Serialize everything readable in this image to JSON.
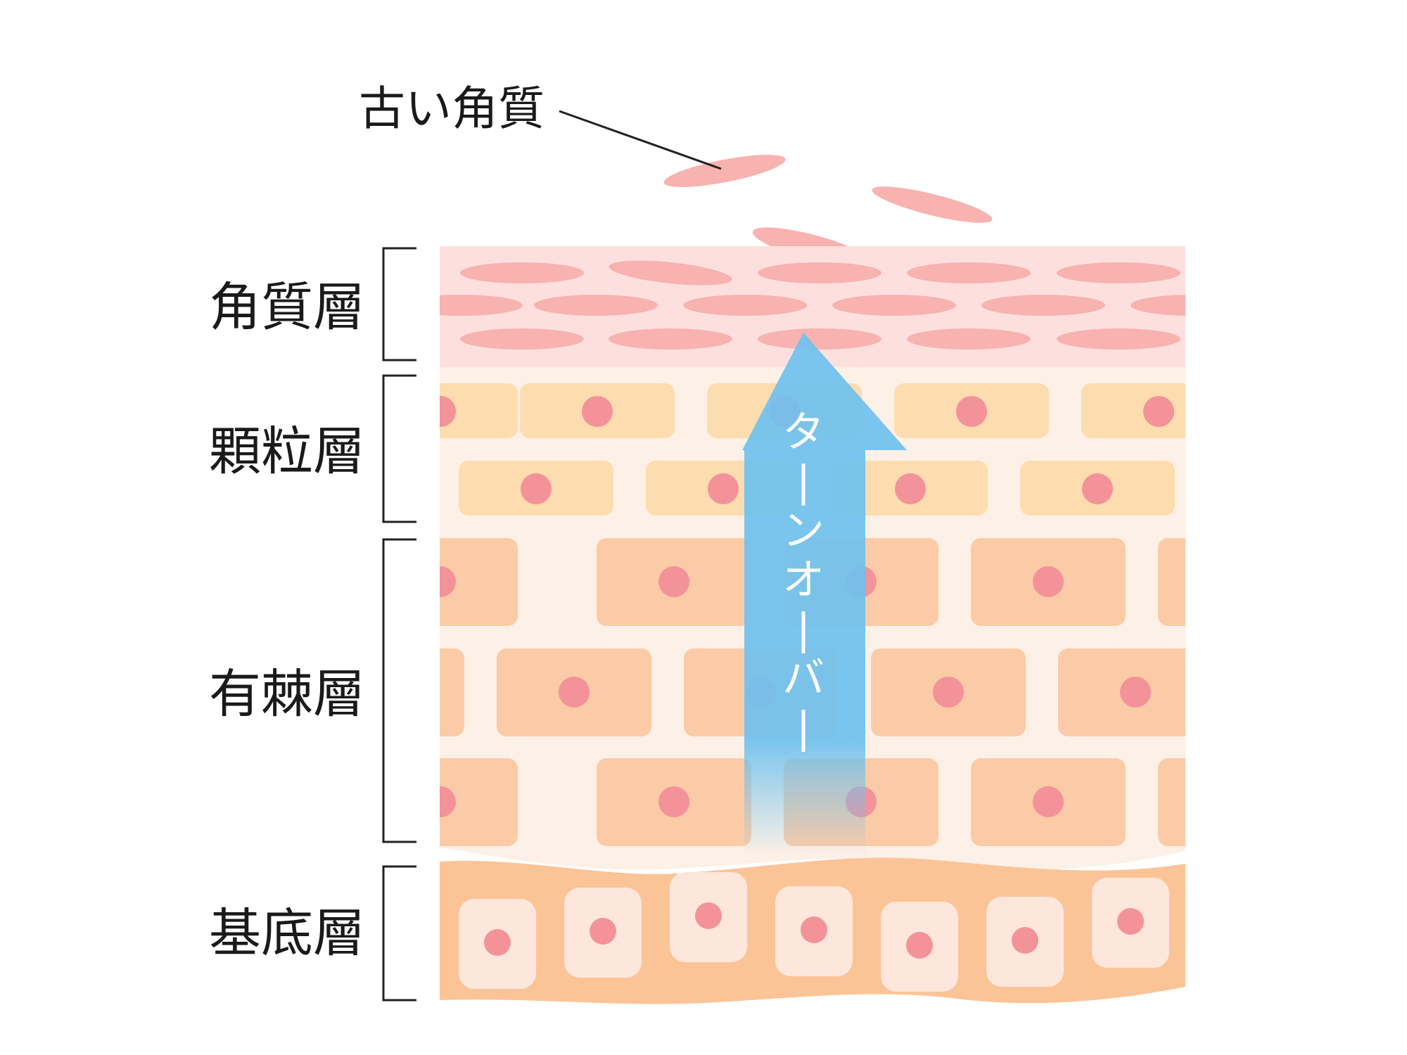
{
  "top_label": "古い角質",
  "layers": [
    {
      "id": "stratum-corneum",
      "label": "角質層"
    },
    {
      "id": "stratum-granulosum",
      "label": "顆粒層"
    },
    {
      "id": "stratum-spinosum",
      "label": "有棘層"
    },
    {
      "id": "stratum-basale",
      "label": "基底層"
    }
  ],
  "arrow_label": "ターンオーバー",
  "colors": {
    "corneum_bg": "#fde0de",
    "flake": "#f8b2b0",
    "granular_cell": "#fddcb0",
    "spinous_cell": "#fbcba7",
    "basal_band": "#fbc497",
    "basal_cell": "#fde6dc",
    "nucleus": "#f4929a",
    "cell_gap": "#fdf0e6",
    "arrow": "#6fc1ee",
    "line": "#222222"
  }
}
